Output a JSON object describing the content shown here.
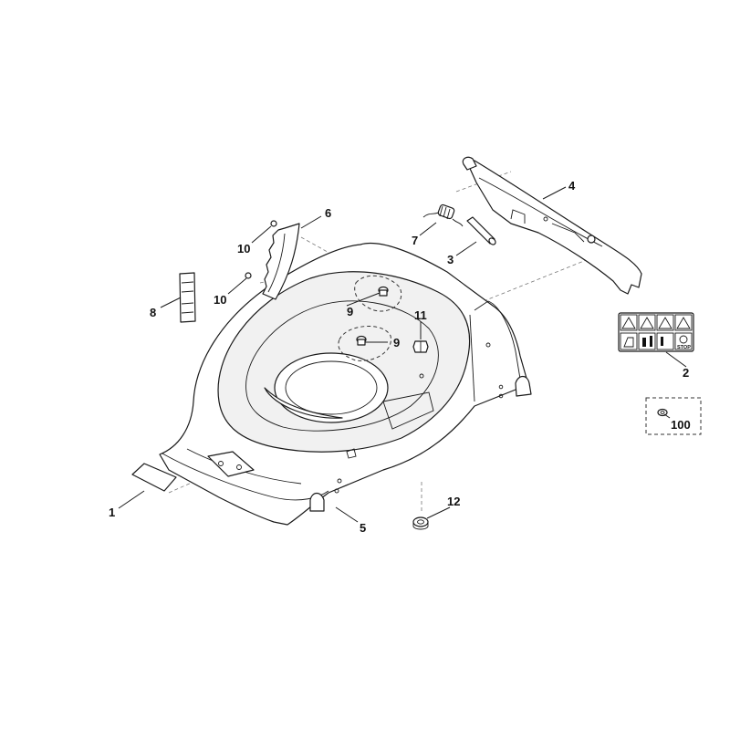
{
  "callouts": [
    {
      "id": "c1",
      "label": "1"
    },
    {
      "id": "c2",
      "label": "2"
    },
    {
      "id": "c3",
      "label": "3"
    },
    {
      "id": "c4",
      "label": "4"
    },
    {
      "id": "c5",
      "label": "5"
    },
    {
      "id": "c6",
      "label": "6"
    },
    {
      "id": "c7",
      "label": "7"
    },
    {
      "id": "c8",
      "label": "8"
    },
    {
      "id": "c9a",
      "label": "9"
    },
    {
      "id": "c9b",
      "label": "9"
    },
    {
      "id": "c10a",
      "label": "10"
    },
    {
      "id": "c10b",
      "label": "10"
    },
    {
      "id": "c11",
      "label": "11"
    },
    {
      "id": "c12",
      "label": "12"
    },
    {
      "id": "c100",
      "label": "100"
    }
  ],
  "decal": {
    "stop_text": "STOP"
  }
}
